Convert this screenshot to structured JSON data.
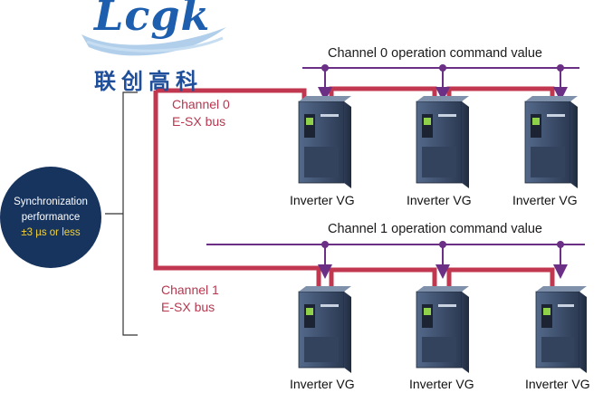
{
  "logo": {
    "brand": "Lcgk",
    "chinese_name": "联创高科"
  },
  "sync_badge": {
    "line1": "Synchronization",
    "line2": "performance",
    "value": "±3 µs or less"
  },
  "channels": [
    {
      "command_label": "Channel 0 operation command value",
      "bus_line1": "Channel 0",
      "bus_line2": "E-SX bus",
      "inverters": [
        "Inverter VG",
        "Inverter VG",
        "Inverter VG"
      ]
    },
    {
      "command_label": "Channel 1 operation command value",
      "bus_line1": "Channel 1",
      "bus_line2": "E-SX bus",
      "inverters": [
        "Inverter VG",
        "Inverter VG",
        "Inverter VG"
      ]
    }
  ],
  "colors": {
    "bus": "#c1374f",
    "command": "#6b2f86",
    "badge": "#17345f",
    "badge_value": "#f2d23a",
    "inverter_body": "#3f5370"
  }
}
